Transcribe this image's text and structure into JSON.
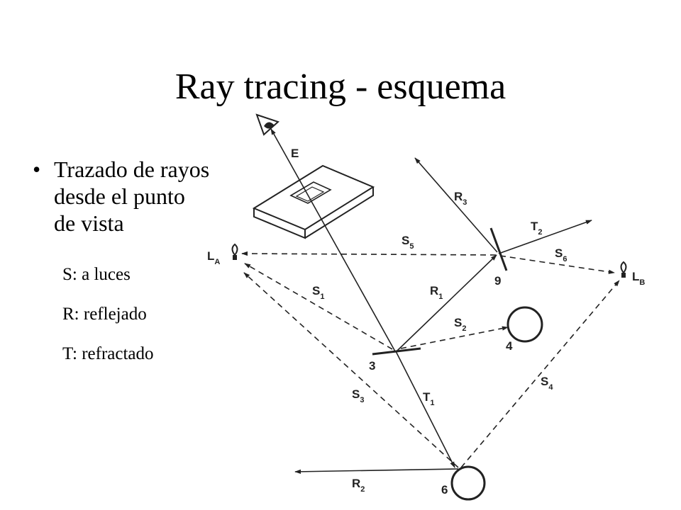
{
  "slide": {
    "title": "Ray tracing - esquema",
    "bullet_main": "Trazado de rayos desde el punto de vista",
    "sub_bullets": [
      "S: a luces",
      "R: reflejado",
      "T: refractado"
    ]
  },
  "diagram": {
    "labels": {
      "E": "E",
      "R1": "R",
      "R1_sub": "1",
      "R2": "R",
      "R2_sub": "2",
      "R3": "R",
      "R3_sub": "3",
      "T1": "T",
      "T1_sub": "1",
      "T2": "T",
      "T2_sub": "2",
      "S1": "S",
      "S1_sub": "1",
      "S2": "S",
      "S2_sub": "2",
      "S3": "S",
      "S3_sub": "3",
      "S4": "S",
      "S4_sub": "4",
      "S5": "S",
      "S5_sub": "5",
      "S6": "S",
      "S6_sub": "6",
      "LA": "L",
      "LA_sub": "A",
      "LB": "L",
      "LB_sub": "B",
      "n3": "3",
      "n4": "4",
      "n6": "6",
      "n9": "9"
    }
  }
}
